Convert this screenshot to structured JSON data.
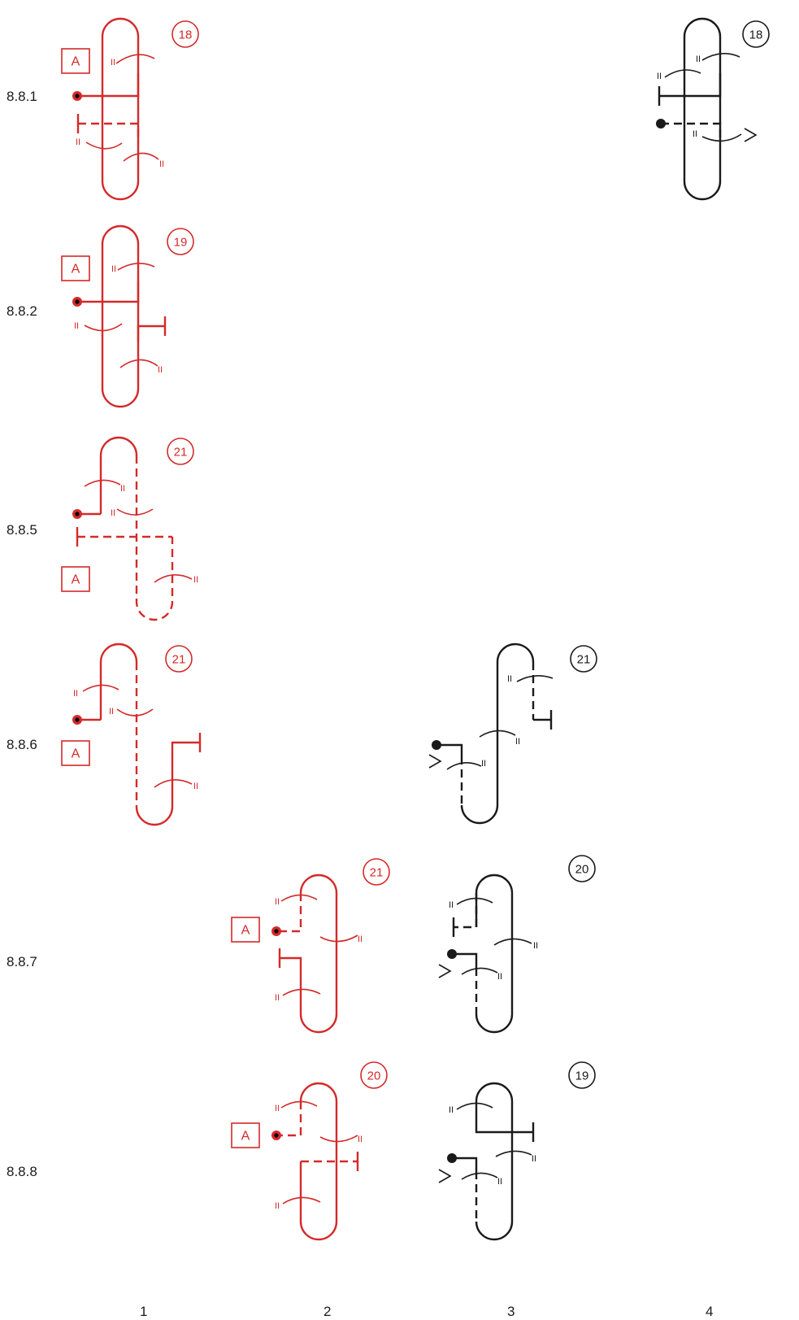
{
  "colors": {
    "highlight": "#d42a2a",
    "normal": "#1a1a1a"
  },
  "rows": [
    {
      "label": "8.8.1"
    },
    {
      "label": "8.8.2"
    },
    {
      "label": "8.8.5"
    },
    {
      "label": "8.8.6"
    },
    {
      "label": "8.8.7"
    },
    {
      "label": "8.8.8"
    }
  ],
  "columns": [
    {
      "label": "1"
    },
    {
      "label": "2"
    },
    {
      "label": "3"
    },
    {
      "label": "4"
    }
  ],
  "diagrams": [
    {
      "row": "8.8.1",
      "column": "1",
      "style": "highlight",
      "number": "18",
      "tag": "A"
    },
    {
      "row": "8.8.1",
      "column": "4",
      "style": "normal",
      "number": "18"
    },
    {
      "row": "8.8.2",
      "column": "1",
      "style": "highlight",
      "number": "19",
      "tag": "A"
    },
    {
      "row": "8.8.5",
      "column": "1",
      "style": "highlight",
      "number": "21",
      "tag": "A"
    },
    {
      "row": "8.8.6",
      "column": "1",
      "style": "highlight",
      "number": "21",
      "tag": "A"
    },
    {
      "row": "8.8.6",
      "column": "3",
      "style": "normal",
      "number": "21"
    },
    {
      "row": "8.8.7",
      "column": "2",
      "style": "highlight",
      "number": "21",
      "tag": "A"
    },
    {
      "row": "8.8.7",
      "column": "3",
      "style": "normal",
      "number": "20"
    },
    {
      "row": "8.8.8",
      "column": "2",
      "style": "highlight",
      "number": "20",
      "tag": "A"
    },
    {
      "row": "8.8.8",
      "column": "3",
      "style": "normal",
      "number": "19"
    }
  ],
  "tick_mark": "II"
}
